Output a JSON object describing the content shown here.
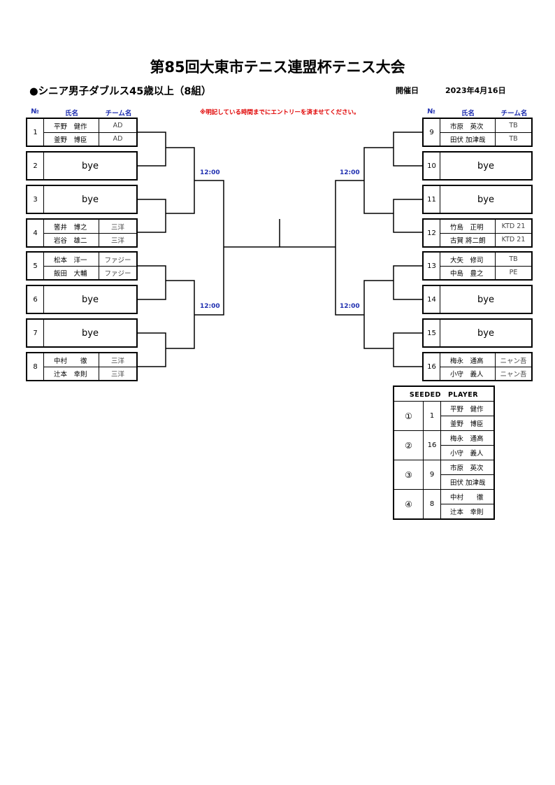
{
  "title": "第85回大東市テニス連盟杯テニス大会",
  "subtitle": "●シニア男子ダブルス45歳以上（8組）",
  "date_label": "開催日",
  "date_value": "2023年4月16日",
  "notice": "※明記している時間までにエントリーを済ませてください。",
  "headers": {
    "no": "№",
    "name": "氏名",
    "team": "チーム名"
  },
  "times": {
    "left_top": "12:00",
    "left_bottom": "12:00",
    "right_top": "12:00",
    "right_bottom": "12:00"
  },
  "left_entries": [
    {
      "no": "1",
      "players": [
        {
          "name": "平野　健作",
          "team": "AD"
        },
        {
          "name": "釜野　博臣",
          "team": "AD"
        }
      ]
    },
    {
      "no": "2",
      "bye": "bye"
    },
    {
      "no": "3",
      "bye": "bye"
    },
    {
      "no": "4",
      "players": [
        {
          "name": "筈井　博之",
          "team": "三洋"
        },
        {
          "name": "岩谷　雄二",
          "team": "三洋"
        }
      ]
    },
    {
      "no": "5",
      "players": [
        {
          "name": "松本　洋一",
          "team": "ファジー"
        },
        {
          "name": "飯田　大輔",
          "team": "ファジー"
        }
      ]
    },
    {
      "no": "6",
      "bye": "bye"
    },
    {
      "no": "7",
      "bye": "bye"
    },
    {
      "no": "8",
      "players": [
        {
          "name": "中村　　徹",
          "team": "三洋"
        },
        {
          "name": "辻本　幸則",
          "team": "三洋"
        }
      ]
    }
  ],
  "right_entries": [
    {
      "no": "9",
      "players": [
        {
          "name": "市原　英次",
          "team": "TB"
        },
        {
          "name": "田伏 加津哉",
          "team": "TB"
        }
      ]
    },
    {
      "no": "10",
      "bye": "bye"
    },
    {
      "no": "11",
      "bye": "bye"
    },
    {
      "no": "12",
      "players": [
        {
          "name": "竹島　正明",
          "team": "KTD 21"
        },
        {
          "name": "古賀 將二朗",
          "team": "KTD 21"
        }
      ]
    },
    {
      "no": "13",
      "players": [
        {
          "name": "大矢　修司",
          "team": "TB"
        },
        {
          "name": "中島　豊之",
          "team": "PE"
        }
      ]
    },
    {
      "no": "14",
      "bye": "bye"
    },
    {
      "no": "15",
      "bye": "bye"
    },
    {
      "no": "16",
      "players": [
        {
          "name": "梅永　通高",
          "team": "ニャン吾"
        },
        {
          "name": "小守　義人",
          "team": "ニャン吾"
        }
      ]
    }
  ],
  "seeded": {
    "heading": "SEEDED　PLAYER",
    "rows": [
      {
        "rank": "①",
        "no": "1",
        "names": [
          "平野　健作",
          "釜野　博臣"
        ]
      },
      {
        "rank": "②",
        "no": "16",
        "names": [
          "梅永　通高",
          "小守　義人"
        ]
      },
      {
        "rank": "③",
        "no": "9",
        "names": [
          "市原　英次",
          "田伏 加津哉"
        ]
      },
      {
        "rank": "④",
        "no": "8",
        "names": [
          "中村　　徹",
          "辻本　幸則"
        ]
      }
    ]
  }
}
